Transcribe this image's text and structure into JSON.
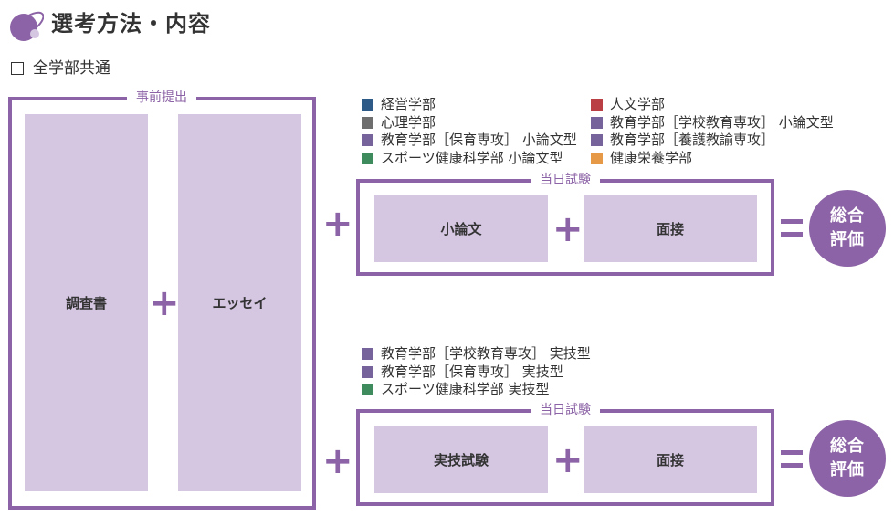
{
  "header": {
    "title": "選考方法・内容"
  },
  "common": {
    "label": "全学部共通"
  },
  "prior": {
    "label": "事前提出",
    "box1": "調査書",
    "box2": "エッセイ"
  },
  "colors": {
    "accent": "#8c63a6",
    "box_fill": "#d5c6e2",
    "navy": "#2e5a87",
    "gray": "#6e6e6e",
    "purple": "#76639b",
    "green": "#3e8c5e",
    "red": "#b93f45",
    "orange": "#e69a47"
  },
  "upper": {
    "legend": [
      {
        "label": "経営学部",
        "color": "#2e5a87"
      },
      {
        "label": "心理学部",
        "color": "#6e6e6e"
      },
      {
        "label": "教育学部［保育専攻］ 小論文型",
        "color": "#76639b"
      },
      {
        "label": "スポーツ健康科学部 小論文型",
        "color": "#3e8c5e"
      },
      {
        "label": "人文学部",
        "color": "#b93f45"
      },
      {
        "label": "教育学部［学校教育専攻］ 小論文型",
        "color": "#76639b"
      },
      {
        "label": "教育学部［養護教諭専攻］",
        "color": "#76639b"
      },
      {
        "label": "健康栄養学部",
        "color": "#e69a47"
      }
    ],
    "exam_label": "当日試験",
    "box1": "小論文",
    "box2": "面接",
    "result": "総合評価"
  },
  "lower": {
    "legend": [
      {
        "label": "教育学部［学校教育専攻］ 実技型",
        "color": "#76639b"
      },
      {
        "label": "教育学部［保育専攻］ 実技型",
        "color": "#76639b"
      },
      {
        "label": "スポーツ健康科学部 実技型",
        "color": "#3e8c5e"
      }
    ],
    "exam_label": "当日試験",
    "box1": "実技試験",
    "box2": "面接",
    "result": "総合評価"
  },
  "icons": {
    "logo": "purple-circle-logo-icon",
    "checkbox": "checkbox-icon",
    "plus": "plus-icon",
    "equals": "equals-icon"
  }
}
